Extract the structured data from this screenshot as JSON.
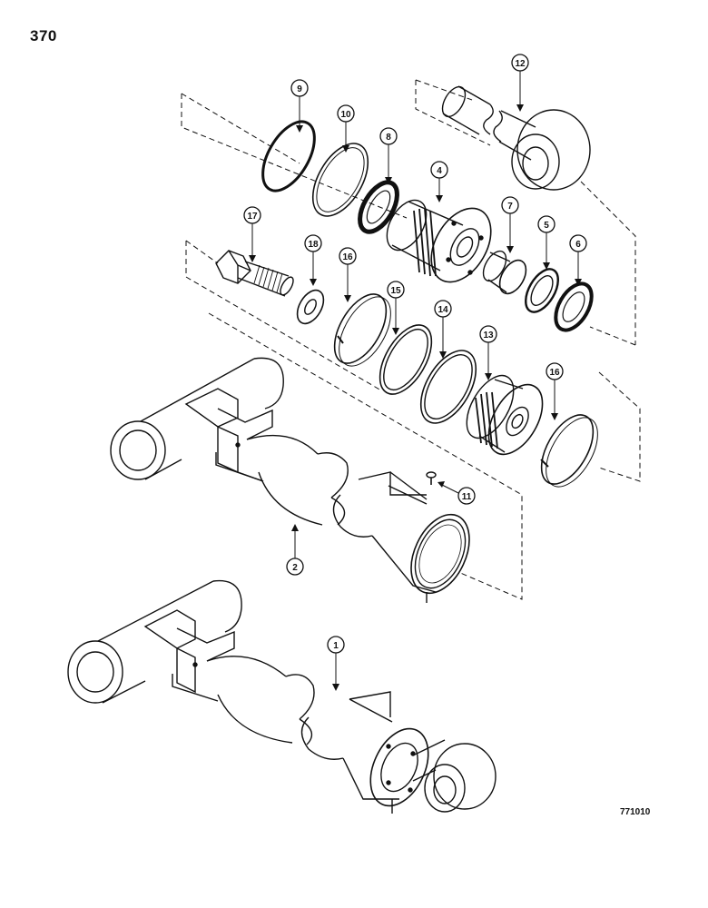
{
  "page_number": "370",
  "figure_code": "771010",
  "callouts": [
    {
      "id": "c1",
      "label": "1"
    },
    {
      "id": "c2",
      "label": "2"
    },
    {
      "id": "c4",
      "label": "4"
    },
    {
      "id": "c5",
      "label": "5"
    },
    {
      "id": "c6",
      "label": "6"
    },
    {
      "id": "c7",
      "label": "7"
    },
    {
      "id": "c8",
      "label": "8"
    },
    {
      "id": "c9",
      "label": "9"
    },
    {
      "id": "c10",
      "label": "10"
    },
    {
      "id": "c11",
      "label": "11"
    },
    {
      "id": "c12",
      "label": "12"
    },
    {
      "id": "c13",
      "label": "13"
    },
    {
      "id": "c14",
      "label": "14"
    },
    {
      "id": "c15",
      "label": "15"
    },
    {
      "id": "c16a",
      "label": "16"
    },
    {
      "id": "c16b",
      "label": "16"
    },
    {
      "id": "c17",
      "label": "17"
    },
    {
      "id": "c18",
      "label": "18"
    }
  ]
}
